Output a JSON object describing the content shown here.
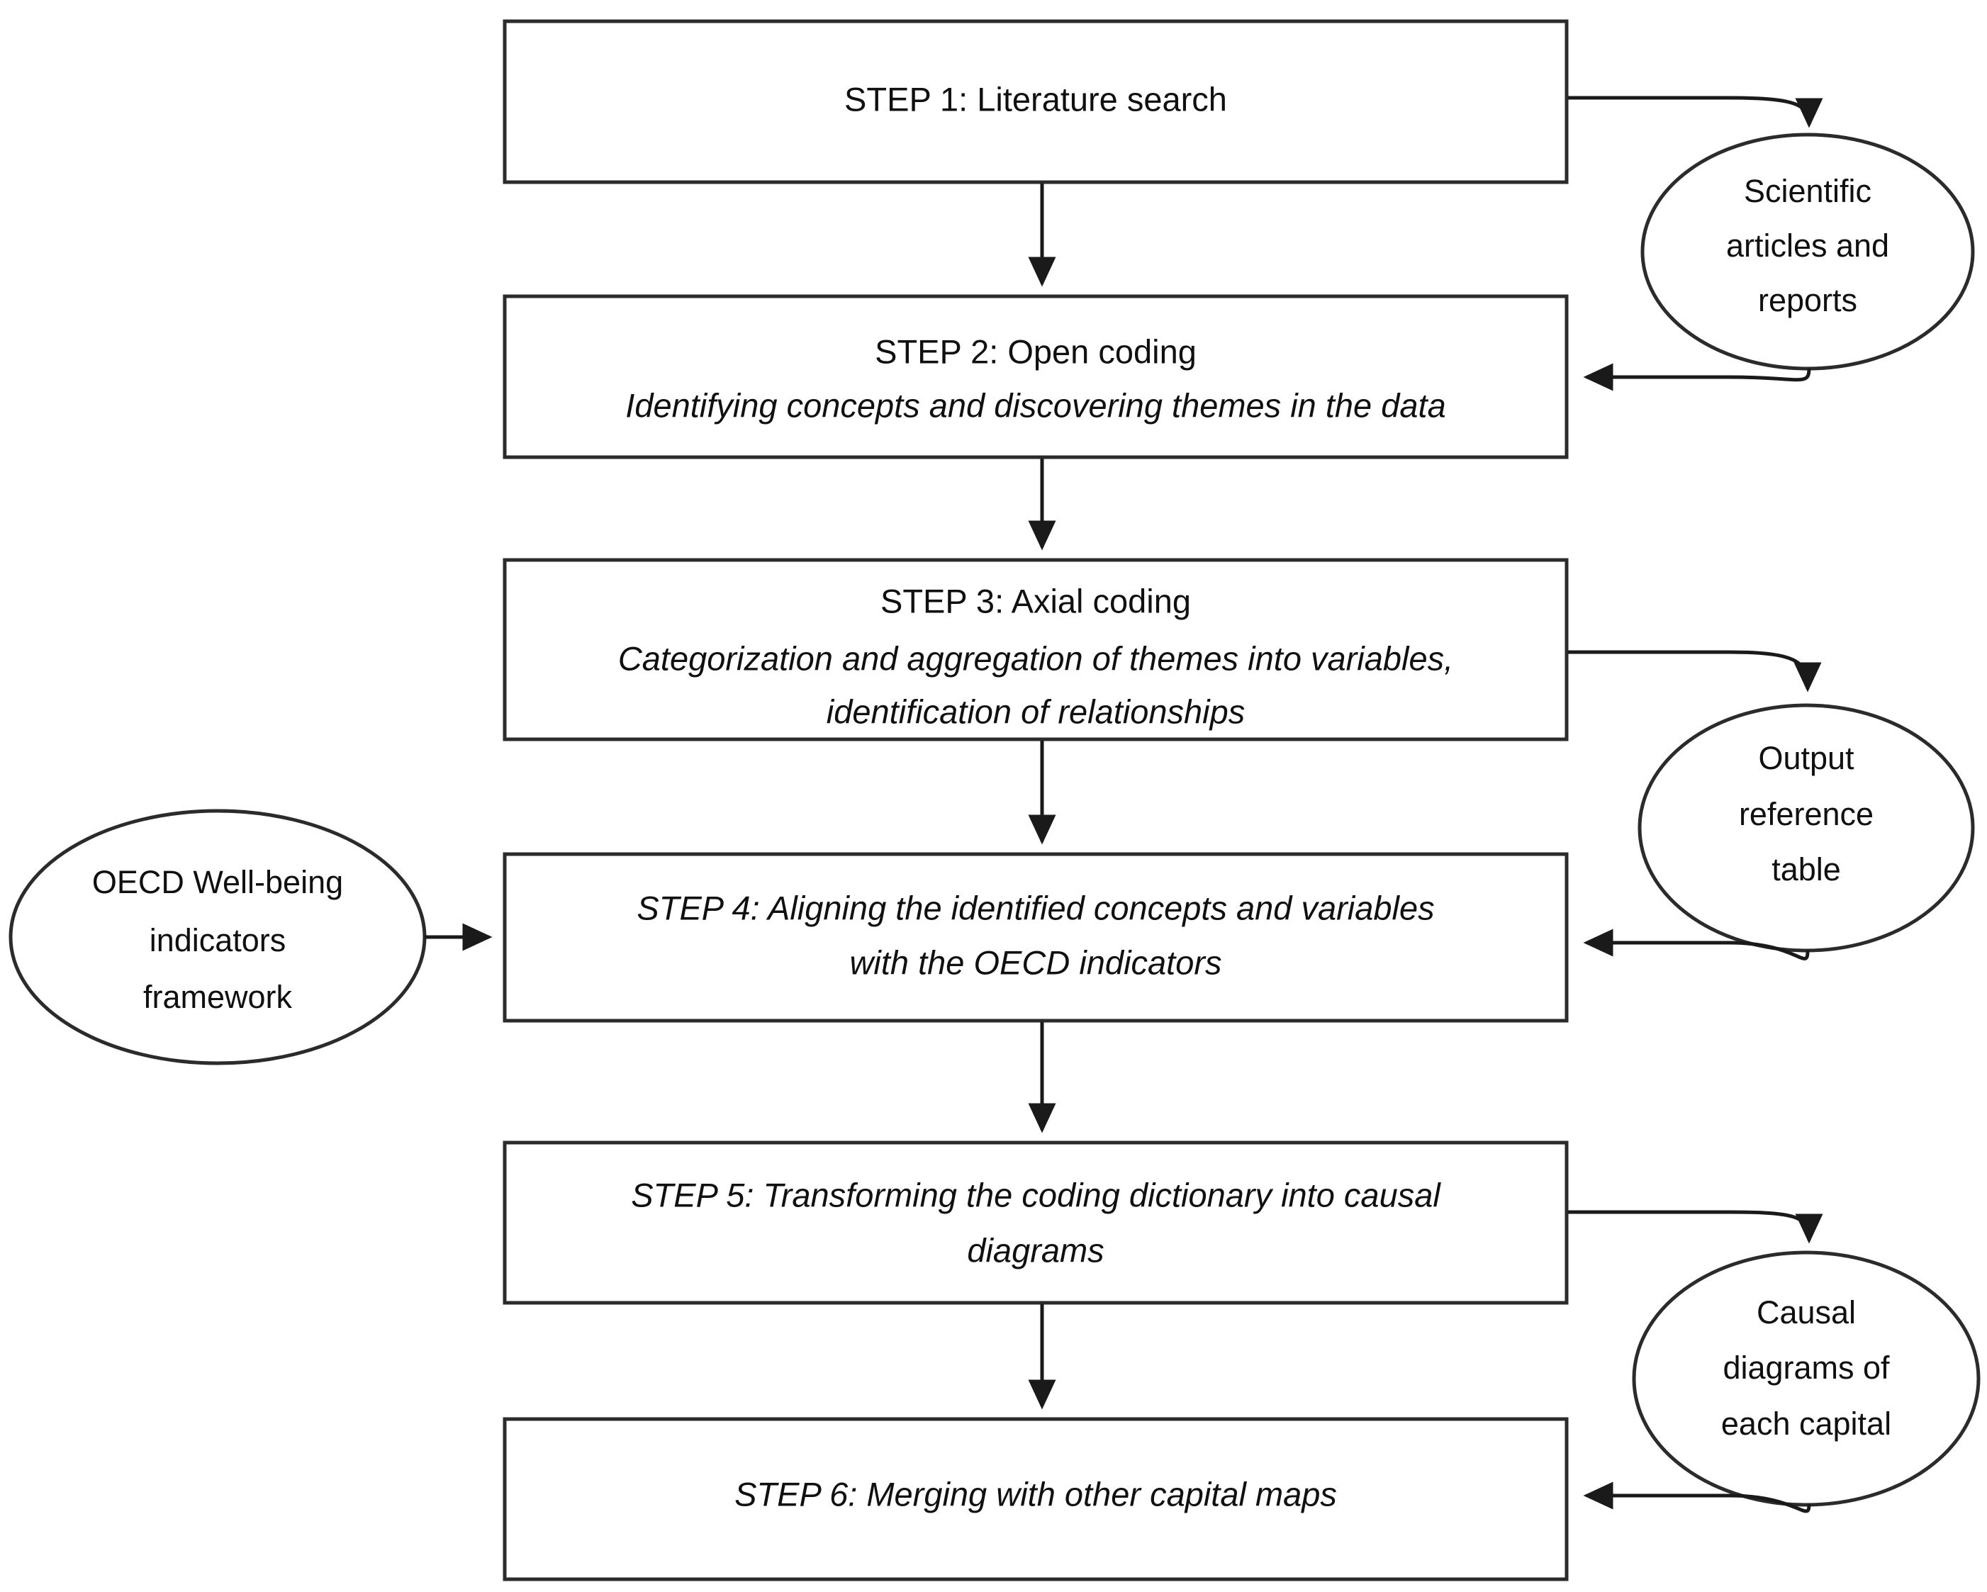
{
  "diagram": {
    "title": "Research methodology flowchart",
    "colors": {
      "box_stroke": "#2b2b2b",
      "ellipse_stroke": "#2b2b2b",
      "arrow": "#1a1a1a",
      "text": "#101010",
      "background": "#ffffff"
    },
    "steps": [
      {
        "id": "step-1",
        "prefix": "STEP 1:",
        "title": "Literature search",
        "lines": [
          {
            "text": "STEP 1: Literature search",
            "style": "regular"
          }
        ]
      },
      {
        "id": "step-2",
        "prefix": "STEP 2:",
        "title": "Open coding",
        "lines": [
          {
            "text": "STEP 2: Open coding",
            "style": "regular"
          },
          {
            "text": "Identifying concepts and discovering themes in the data",
            "style": "italic"
          }
        ]
      },
      {
        "id": "step-3",
        "prefix": "STEP 3:",
        "title": "Axial coding",
        "lines": [
          {
            "text": "STEP 3: Axial coding",
            "style": "regular"
          },
          {
            "text": "Categorization and aggregation of themes into variables,",
            "style": "italic"
          },
          {
            "text": "identification of relationships",
            "style": "italic"
          }
        ]
      },
      {
        "id": "step-4",
        "prefix": "STEP 4:",
        "title": "Aligning the identified concepts and variables with the OECD indicators",
        "lines": [
          {
            "text": "STEP 4: Aligning the identified concepts and variables",
            "style": "mixed"
          },
          {
            "text": "with the OECD indicators",
            "style": "italic"
          }
        ]
      },
      {
        "id": "step-5",
        "prefix": "STEP 5:",
        "title": "Transforming the coding dictionary into causal diagrams",
        "lines": [
          {
            "text": "STEP 5: Transforming the coding dictionary into causal",
            "style": "mixed"
          },
          {
            "text": "diagrams",
            "style": "italic"
          }
        ]
      },
      {
        "id": "step-6",
        "prefix": "STEP 6:",
        "title": "Merging with other capital maps",
        "lines": [
          {
            "text": "STEP 6: Merging with other capital maps",
            "style": "mixed"
          }
        ]
      }
    ],
    "artifacts": [
      {
        "id": "artifact-scientific-articles",
        "side": "right",
        "lines": [
          "Scientific",
          "articles and",
          "reports"
        ],
        "from_step": "step-1",
        "to_step": "step-2"
      },
      {
        "id": "artifact-output-reference-table",
        "side": "right",
        "lines": [
          "Output",
          "reference",
          "table"
        ],
        "from_step": "step-3",
        "to_step": "step-4"
      },
      {
        "id": "artifact-causal-diagrams",
        "side": "right",
        "lines": [
          "Causal",
          "diagrams of",
          "each capital"
        ],
        "from_step": "step-5",
        "to_step": "step-6"
      },
      {
        "id": "artifact-oecd-framework",
        "side": "left",
        "lines": [
          "OECD Well-being",
          "indicators",
          "framework"
        ],
        "from_step": null,
        "to_step": "step-4"
      }
    ],
    "flow_arrows": [
      {
        "from": "step-1",
        "to": "step-2"
      },
      {
        "from": "step-2",
        "to": "step-3"
      },
      {
        "from": "step-3",
        "to": "step-4"
      },
      {
        "from": "step-4",
        "to": "step-5"
      },
      {
        "from": "step-5",
        "to": "step-6"
      }
    ]
  }
}
